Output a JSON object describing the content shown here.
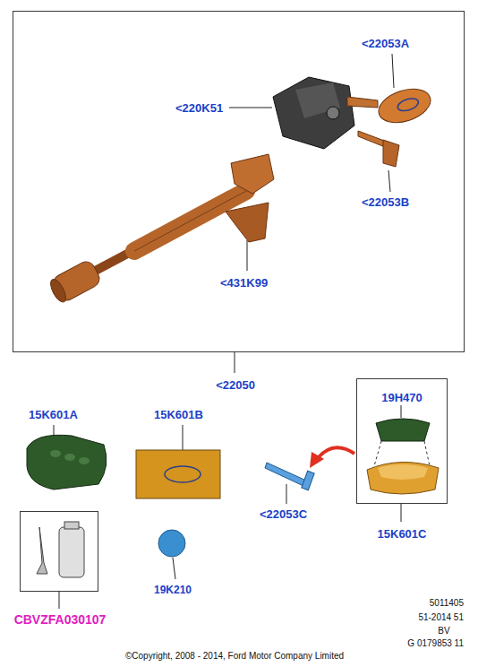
{
  "diagram": {
    "nodes": [
      {
        "text": [
          "<22050"
        ]
      },
      {
        "text": [
          "19H470",
          "15K601C"
        ]
      },
      {
        "text": [
          "CBVZFA030107"
        ]
      }
    ],
    "labels": [
      "<22053A",
      "<220K51",
      "<22053B",
      "<431K99",
      "15K601A",
      "15K601B",
      "<22053C",
      "19K210",
      "5011405",
      "51-2014 51",
      "BV",
      "G 0179853 11",
      "©Copyright, 2008 - 2014, Ford Motor Company Limited"
    ]
  }
}
